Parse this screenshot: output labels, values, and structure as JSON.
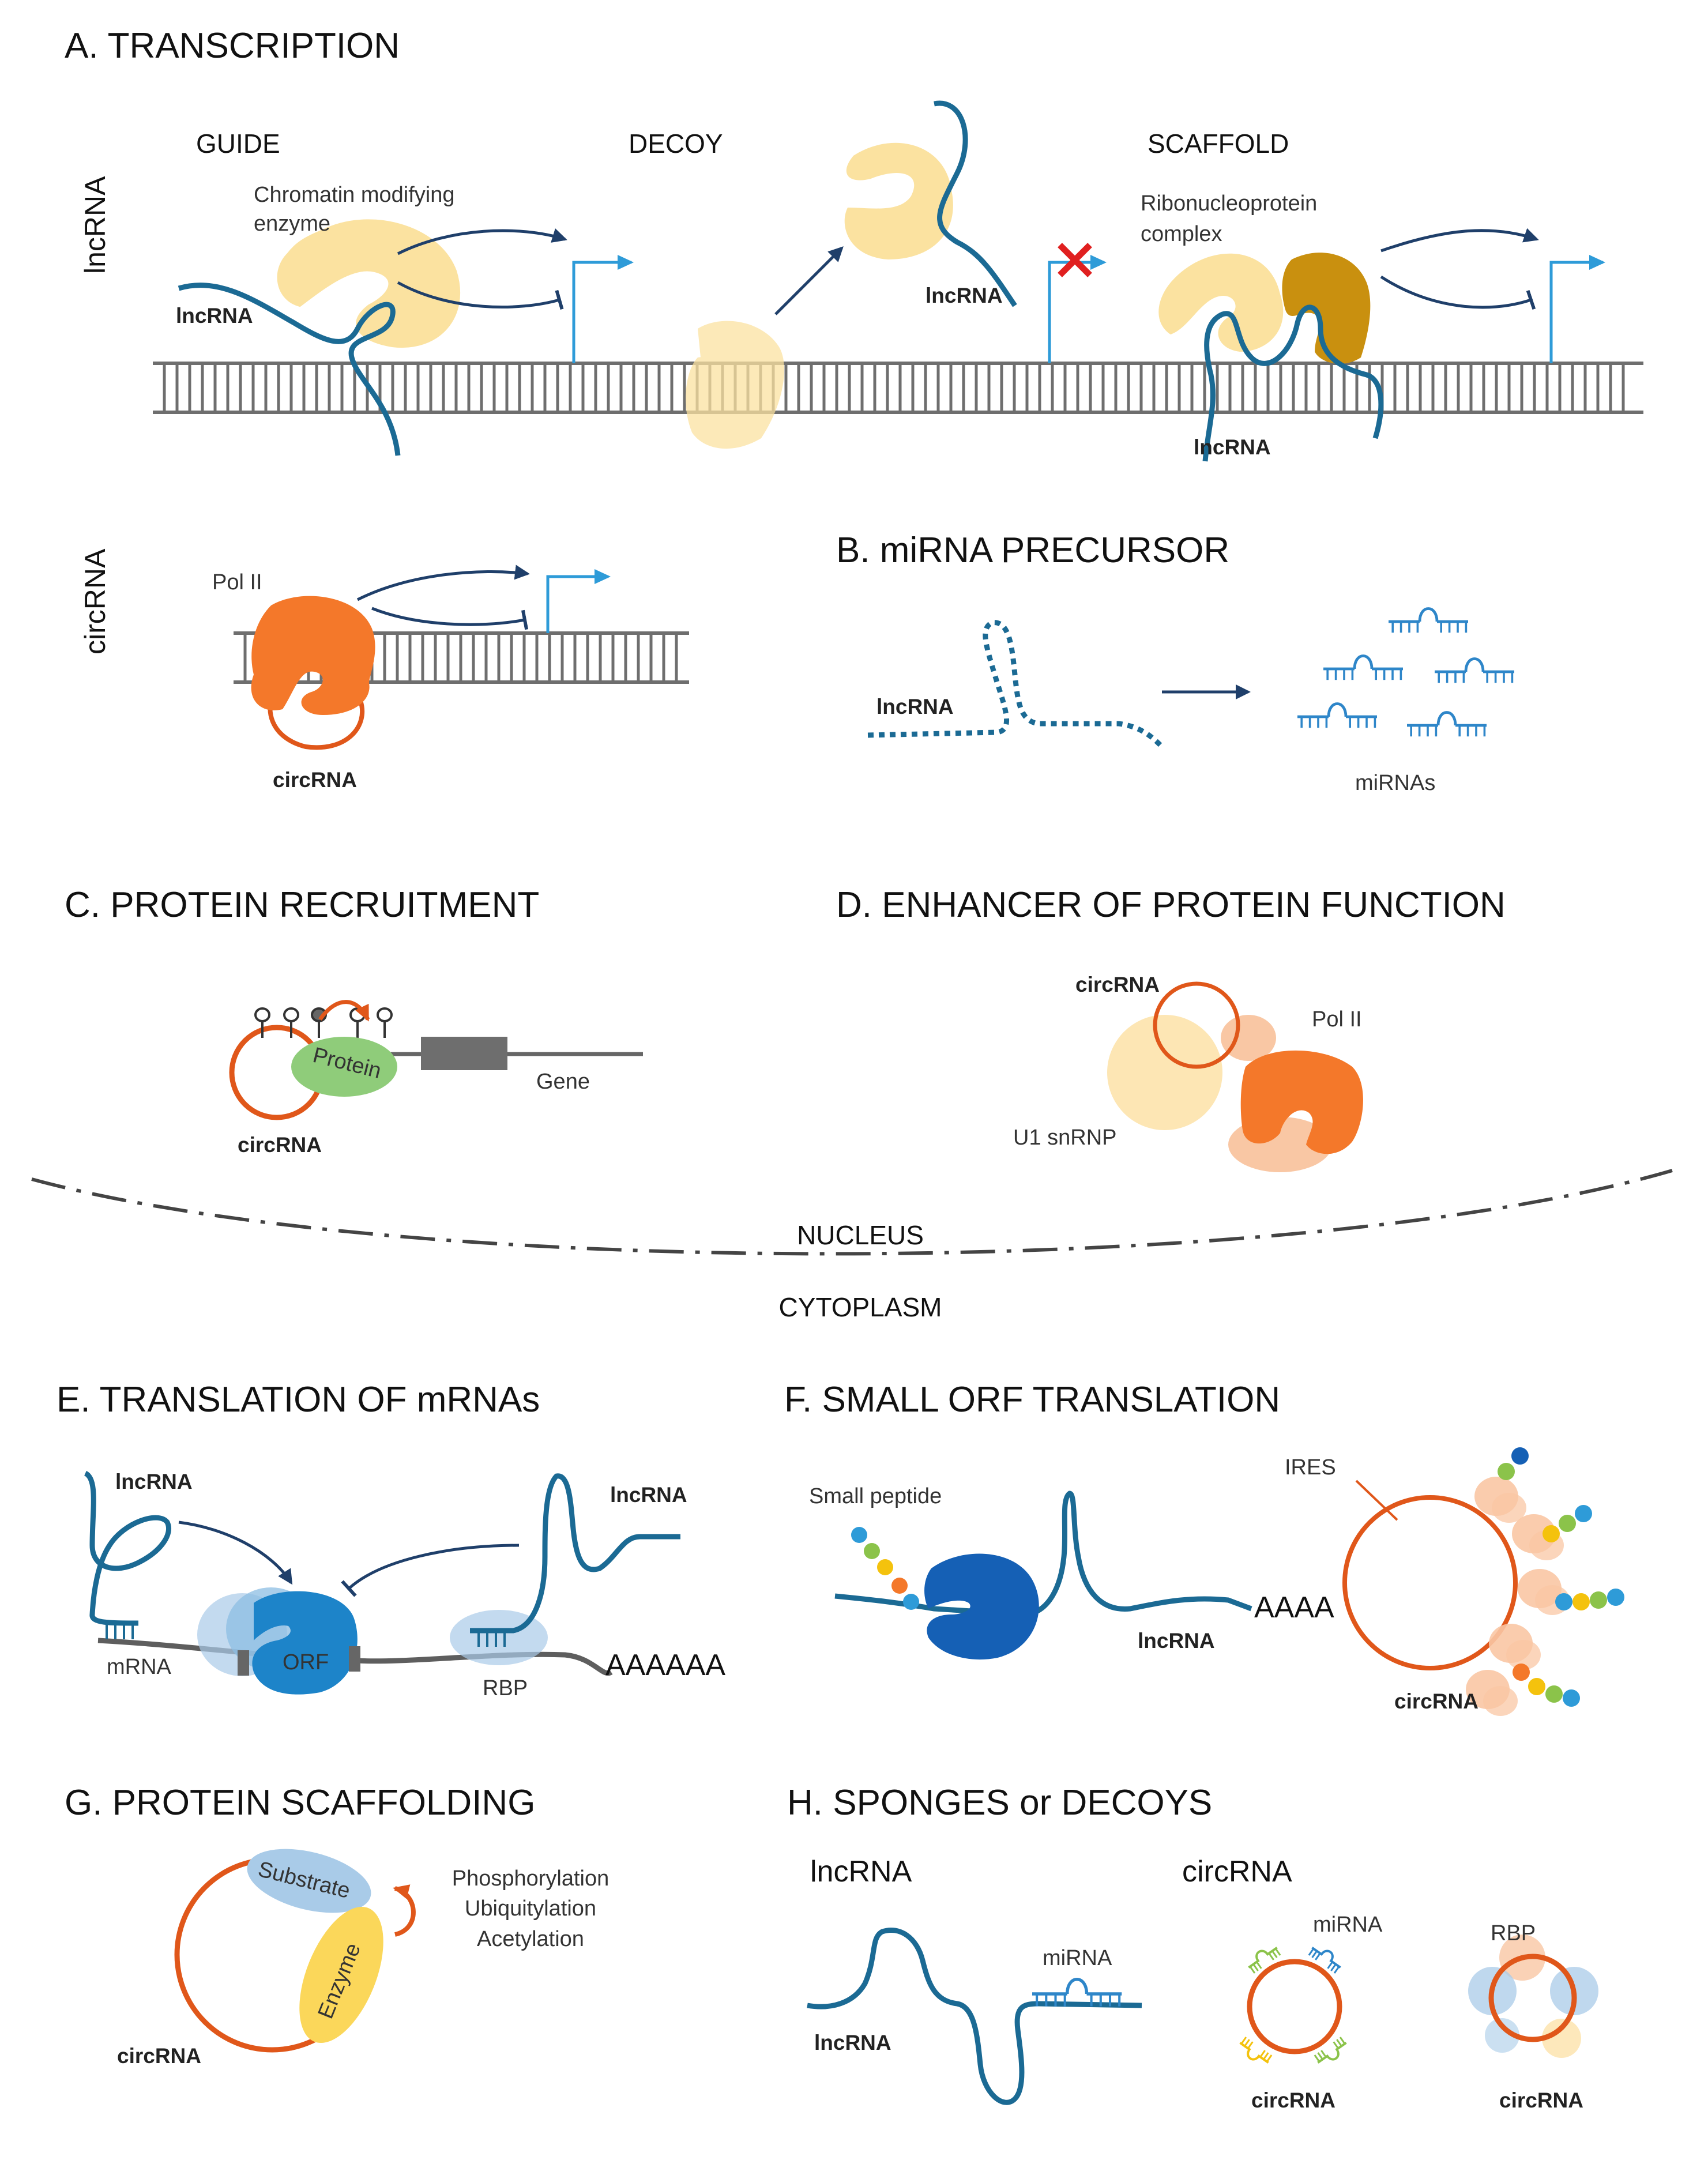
{
  "colors": {
    "rna": "#1b6a94",
    "dark_arrow": "#1f3f6a",
    "promoter": "#2e9bd8",
    "dna": "#6e6e6e",
    "pale_yellow": "#fbe2a0",
    "mustard": "#c9900f",
    "orange": "#f4782a",
    "circ_orange": "#e0571a",
    "green": "#8fcc7a",
    "blue_protein": "#1d84c9",
    "dark_blue_protein": "#1560b5",
    "pale_blue": "#a9cbe8",
    "peach": "#f9c7a4",
    "cut_red": "#e02020"
  },
  "section_a": {
    "title": "A. TRANSCRIPTION",
    "side_lnc": "lncRNA",
    "side_circ": "circRNA",
    "guide": {
      "heading": "GUIDE",
      "enzyme_label_1": "Chromatin modifying",
      "enzyme_label_2": "enzyme",
      "rna_label": "lncRNA"
    },
    "decoy": {
      "heading": "DECOY",
      "rna_label": "lncRNA"
    },
    "scaffold": {
      "heading": "SCAFFOLD",
      "complex_label_1": "Ribonucleoprotein",
      "complex_label_2": "complex",
      "rna_label": "lncRNA"
    },
    "circ": {
      "polii_label": "Pol II",
      "circ_label": "circRNA"
    }
  },
  "section_b": {
    "title": "B. miRNA PRECURSOR",
    "lnc_label": "lncRNA",
    "mirna_label": "miRNAs"
  },
  "section_c": {
    "title": "C. PROTEIN RECRUITMENT",
    "protein_label": "Protein",
    "gene_label": "Gene",
    "circ_label": "circRNA"
  },
  "section_d": {
    "title": "D. ENHANCER OF PROTEIN FUNCTION",
    "circ_label": "circRNA",
    "polii_label": "Pol II",
    "u1_label": "U1 snRNP"
  },
  "compartments": {
    "nucleus": "NUCLEUS",
    "cytoplasm": "CYTOPLASM"
  },
  "section_e": {
    "title": "E. TRANSLATION OF mRNAs",
    "lnc_left": "lncRNA",
    "lnc_right": "lncRNA",
    "mrna_label": "mRNA",
    "orf_label": "ORF",
    "rbp_label": "RBP",
    "polya": "AAAAAA"
  },
  "section_f": {
    "title": "F. SMALL ORF TRANSLATION",
    "peptide_label": "Small peptide",
    "lnc_label": "lncRNA",
    "polya": "AAAA",
    "ires_label": "IRES",
    "circ_label": "circRNA"
  },
  "section_g": {
    "title": "G. PROTEIN SCAFFOLDING",
    "substrate_label": "Substrate",
    "enzyme_label": "Enzyme",
    "mod_1": "Phosphorylation",
    "mod_2": "Ubiquitylation",
    "mod_3": "Acetylation",
    "circ_label": "circRNA"
  },
  "section_h": {
    "title": "H. SPONGES or DECOYS",
    "lnc_heading": "lncRNA",
    "circ_heading": "circRNA",
    "mirna_label_1": "miRNA",
    "lnc_label": "lncRNA",
    "mirna_label_2": "miRNA",
    "circ_label_1": "circRNA",
    "rbp_label": "RBP",
    "circ_label_2": "circRNA"
  }
}
